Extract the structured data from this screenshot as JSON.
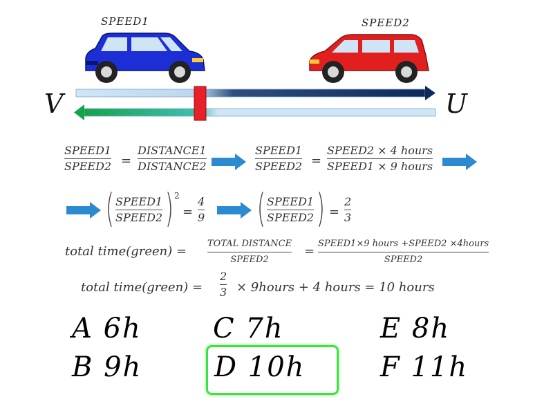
{
  "labels": {
    "speed1": "SPEED1",
    "speed2": "SPEED2",
    "left_city": "V",
    "right_city": "U"
  },
  "colors": {
    "car1": "#1c2fd6",
    "car2": "#e21f1f",
    "route_right": "#0d2a5a",
    "route_left": "#13a34a",
    "meet_marker": "#e8202a",
    "arrow": "#2b8ad0",
    "highlight": "#3ee33e"
  },
  "formulas": {
    "f1_num": "SPEED1",
    "f1_den": "SPEED2",
    "f1_eq": "=",
    "f1_rnum": "DISTANCE1",
    "f1_rden": "DISTANCE2",
    "f2_num": "SPEED1",
    "f2_den": "SPEED2",
    "f2_eq": "=",
    "f2_rnum": "SPEED2  × 4 hours",
    "f2_rden": "SPEED1  × 9 hours",
    "f3_num": "SPEED1",
    "f3_den": "SPEED2",
    "f3_exp": "2",
    "f3_eq": "=",
    "f3_rnum": "4",
    "f3_rden": "9",
    "f4_num": "SPEED1",
    "f4_den": "SPEED2",
    "f4_eq": "=",
    "f4_rnum": "2",
    "f4_rden": "3",
    "f5_left": "total time(green) =",
    "f5_num": "TOTAL DISTANCE",
    "f5_den": "SPEED2",
    "f5_eq": "=",
    "f5_rnum": "SPEED1×9 hours +SPEED2 ×4hours",
    "f5_rden": "SPEED2",
    "f6_left": "total time(green) =",
    "f6_num": "2",
    "f6_den": "3",
    "f6_right": "× 9hours + 4 hours = 10 hours"
  },
  "answers": [
    {
      "letter": "A",
      "value": "6h"
    },
    {
      "letter": "B",
      "value": "9h"
    },
    {
      "letter": "C",
      "value": "7h"
    },
    {
      "letter": "D",
      "value": "10h"
    },
    {
      "letter": "E",
      "value": "8h"
    },
    {
      "letter": "F",
      "value": "11h"
    }
  ],
  "answer_texts": {
    "a": "A 6h",
    "b": "B 9h",
    "c": "C 7h",
    "d": "D 10h",
    "e": "E 8h",
    "f": "F 11h"
  },
  "selected_answer": "D"
}
